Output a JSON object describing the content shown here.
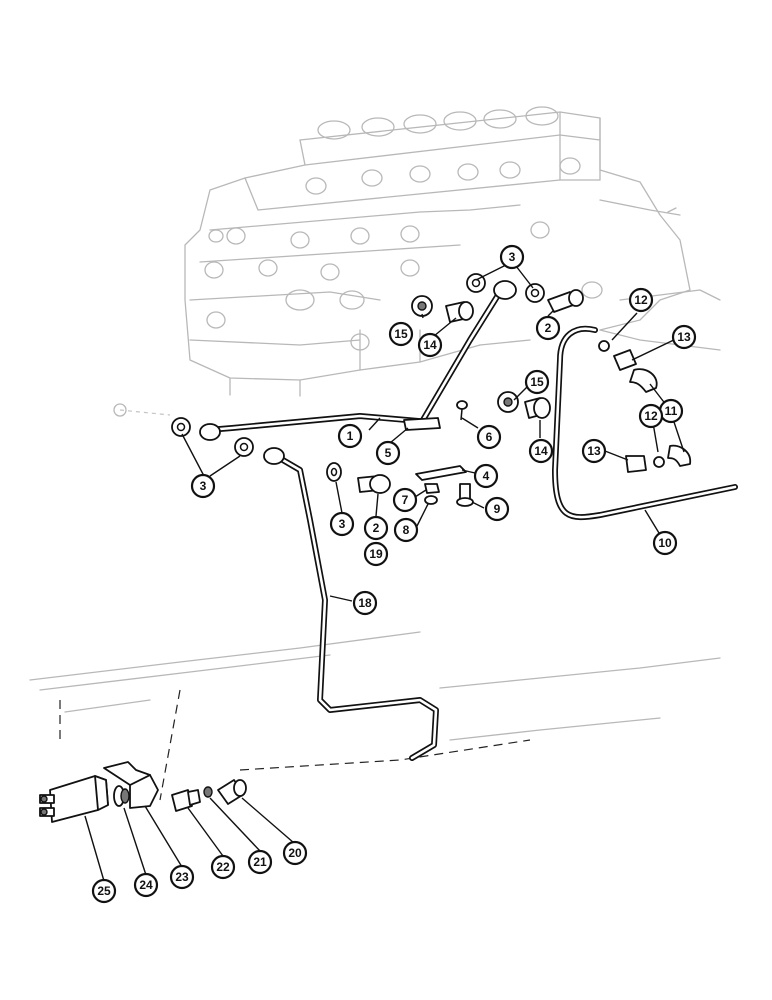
{
  "callouts": [
    {
      "id": "c1",
      "label": "1"
    },
    {
      "id": "c2a",
      "label": "2"
    },
    {
      "id": "c2b",
      "label": "2"
    },
    {
      "id": "c3a",
      "label": "3"
    },
    {
      "id": "c3b",
      "label": "3"
    },
    {
      "id": "c3c",
      "label": "3"
    },
    {
      "id": "c4",
      "label": "4"
    },
    {
      "id": "c5",
      "label": "5"
    },
    {
      "id": "c6",
      "label": "6"
    },
    {
      "id": "c7",
      "label": "7"
    },
    {
      "id": "c8",
      "label": "8"
    },
    {
      "id": "c9",
      "label": "9"
    },
    {
      "id": "c10",
      "label": "10"
    },
    {
      "id": "c11",
      "label": "11"
    },
    {
      "id": "c12a",
      "label": "12"
    },
    {
      "id": "c12b",
      "label": "12"
    },
    {
      "id": "c13a",
      "label": "13"
    },
    {
      "id": "c13b",
      "label": "13"
    },
    {
      "id": "c14a",
      "label": "14"
    },
    {
      "id": "c14b",
      "label": "14"
    },
    {
      "id": "c15a",
      "label": "15"
    },
    {
      "id": "c15b",
      "label": "15"
    },
    {
      "id": "c18",
      "label": "18"
    },
    {
      "id": "c19",
      "label": "19"
    },
    {
      "id": "c20",
      "label": "20"
    },
    {
      "id": "c21",
      "label": "21"
    },
    {
      "id": "c22",
      "label": "22"
    },
    {
      "id": "c23",
      "label": "23"
    },
    {
      "id": "c24",
      "label": "24"
    },
    {
      "id": "c25",
      "label": "25"
    }
  ]
}
